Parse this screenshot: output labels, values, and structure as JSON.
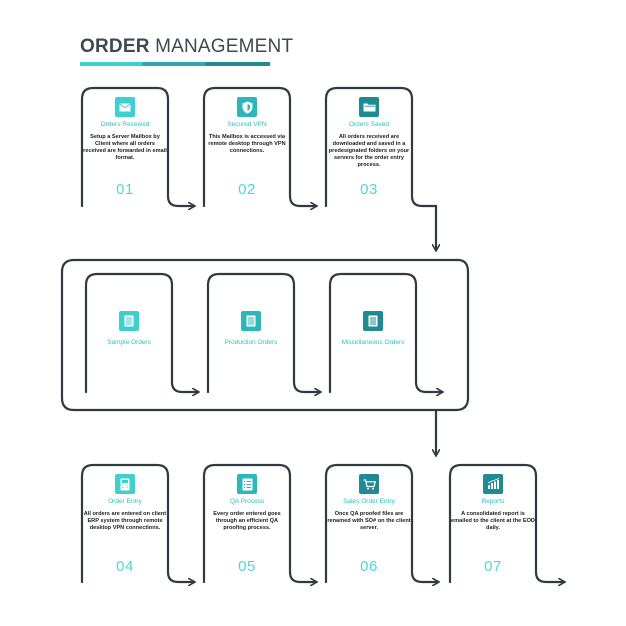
{
  "header": {
    "title_bold": "ORDER",
    "title_light": "MANAGEMENT"
  },
  "row1": [
    {
      "title": "Orders Received",
      "desc": "Setup a Server Mailbox by Client where all orders received are forwarded in email format.",
      "num": "01",
      "icon": "envelope-icon"
    },
    {
      "title": "Secured VPN",
      "desc": "This Mailbox is accessed via remote desktop through VPN connections.",
      "num": "02",
      "icon": "shield-icon"
    },
    {
      "title": "Orders Saved",
      "desc": "All orders received are downloaded and saved in a predesignated folders on your servers for the order entry process.",
      "num": "03",
      "icon": "folder-icon"
    }
  ],
  "row2": [
    {
      "title": "Sample Orders",
      "icon": "document-icon"
    },
    {
      "title": "Production Orders",
      "icon": "document-icon"
    },
    {
      "title": "Miscellaneous Orders",
      "icon": "document-icon"
    }
  ],
  "row3": [
    {
      "title": "Order Entry",
      "desc": "All orders are entered on client ERP system through remote desktop VPN connections.",
      "num": "04",
      "icon": "calculator-icon"
    },
    {
      "title": "QA Process",
      "desc": "Every order entered goes through an efficient QA proofing process.",
      "num": "05",
      "icon": "checklist-icon"
    },
    {
      "title": "Sales Order Entry",
      "desc": "Once QA proofed files are renamed with SO# on the client server.",
      "num": "06",
      "icon": "cart-icon"
    },
    {
      "title": "Reports",
      "desc": "A consolidated report is emailed to the client at the EOD daily.",
      "num": "07",
      "icon": "bar-chart-icon"
    }
  ],
  "colors": {
    "accent": "#3ecfcf",
    "accent_dark": "#1f8a93",
    "line": "#2f3b40"
  }
}
